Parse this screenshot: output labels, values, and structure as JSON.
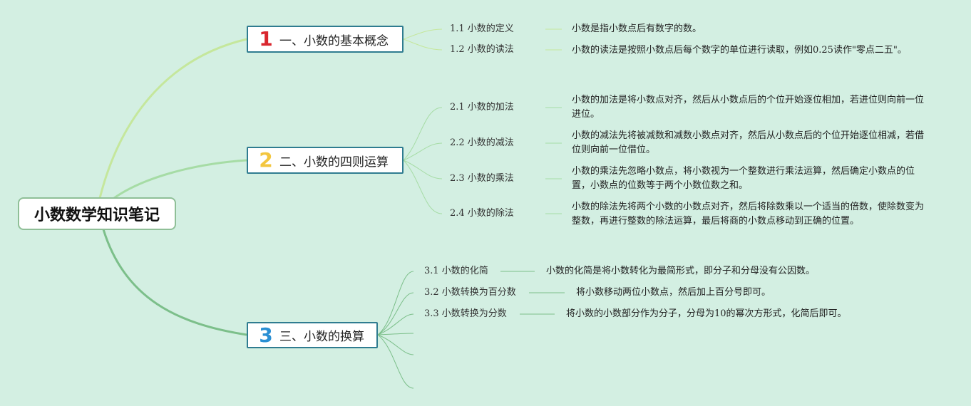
{
  "root": {
    "title": "小数数学知识笔记"
  },
  "topics": [
    {
      "number": "1",
      "title": "一、小数的基本概念",
      "color": "#d9262e",
      "items": [
        {
          "label": "1.1 小数的定义",
          "desc": "小数是指小数点后有数字的数。"
        },
        {
          "label": "1.2 小数的读法",
          "desc": "小数的读法是按照小数点后每个数字的单位进行读取，例如0.25读作\"零点二五\"。"
        }
      ]
    },
    {
      "number": "2",
      "title": "二、小数的四则运算",
      "color": "#f3c63f",
      "items": [
        {
          "label": "2.1 小数的加法",
          "desc": "小数的加法是将小数点对齐，然后从小数点后的个位开始逐位相加，若进位则向前一位进位。"
        },
        {
          "label": "2.2 小数的减法",
          "desc": "小数的减法先将被减数和减数小数点对齐，然后从小数点后的个位开始逐位相减，若借位则向前一位借位。"
        },
        {
          "label": "2.3 小数的乘法",
          "desc": "小数的乘法先忽略小数点，将小数视为一个整数进行乘法运算，然后确定小数点的位置，小数点的位数等于两个小数位数之和。"
        },
        {
          "label": "2.4 小数的除法",
          "desc": "小数的除法先将两个小数的小数点对齐，然后将除数乘以一个适当的倍数，使除数变为整数，再进行整数的除法运算，最后将商的小数点移动到正确的位置。"
        }
      ]
    },
    {
      "number": "3",
      "title": "三、小数的换算",
      "color": "#2a8fd3",
      "items": [
        {
          "label": "3.1 小数的化简",
          "desc": "小数的化简是将小数转化为最简形式，即分子和分母没有公因数。"
        },
        {
          "label": "3.2 小数转换为百分数",
          "desc": "将小数移动两位小数点，然后加上百分号即可。"
        },
        {
          "label": "3.3 小数转换为分数",
          "desc": "将小数的小数部分作为分子，分母为10的幂次方形式，化简后即可。"
        }
      ]
    }
  ],
  "colors": {
    "background": "#d3efe2",
    "branch1": "#c5e79c",
    "branch2": "#9fd89a",
    "branch3": "#7cbf8a",
    "leaf_line": "#a6dca5",
    "topic_border": "#2f7c90"
  }
}
